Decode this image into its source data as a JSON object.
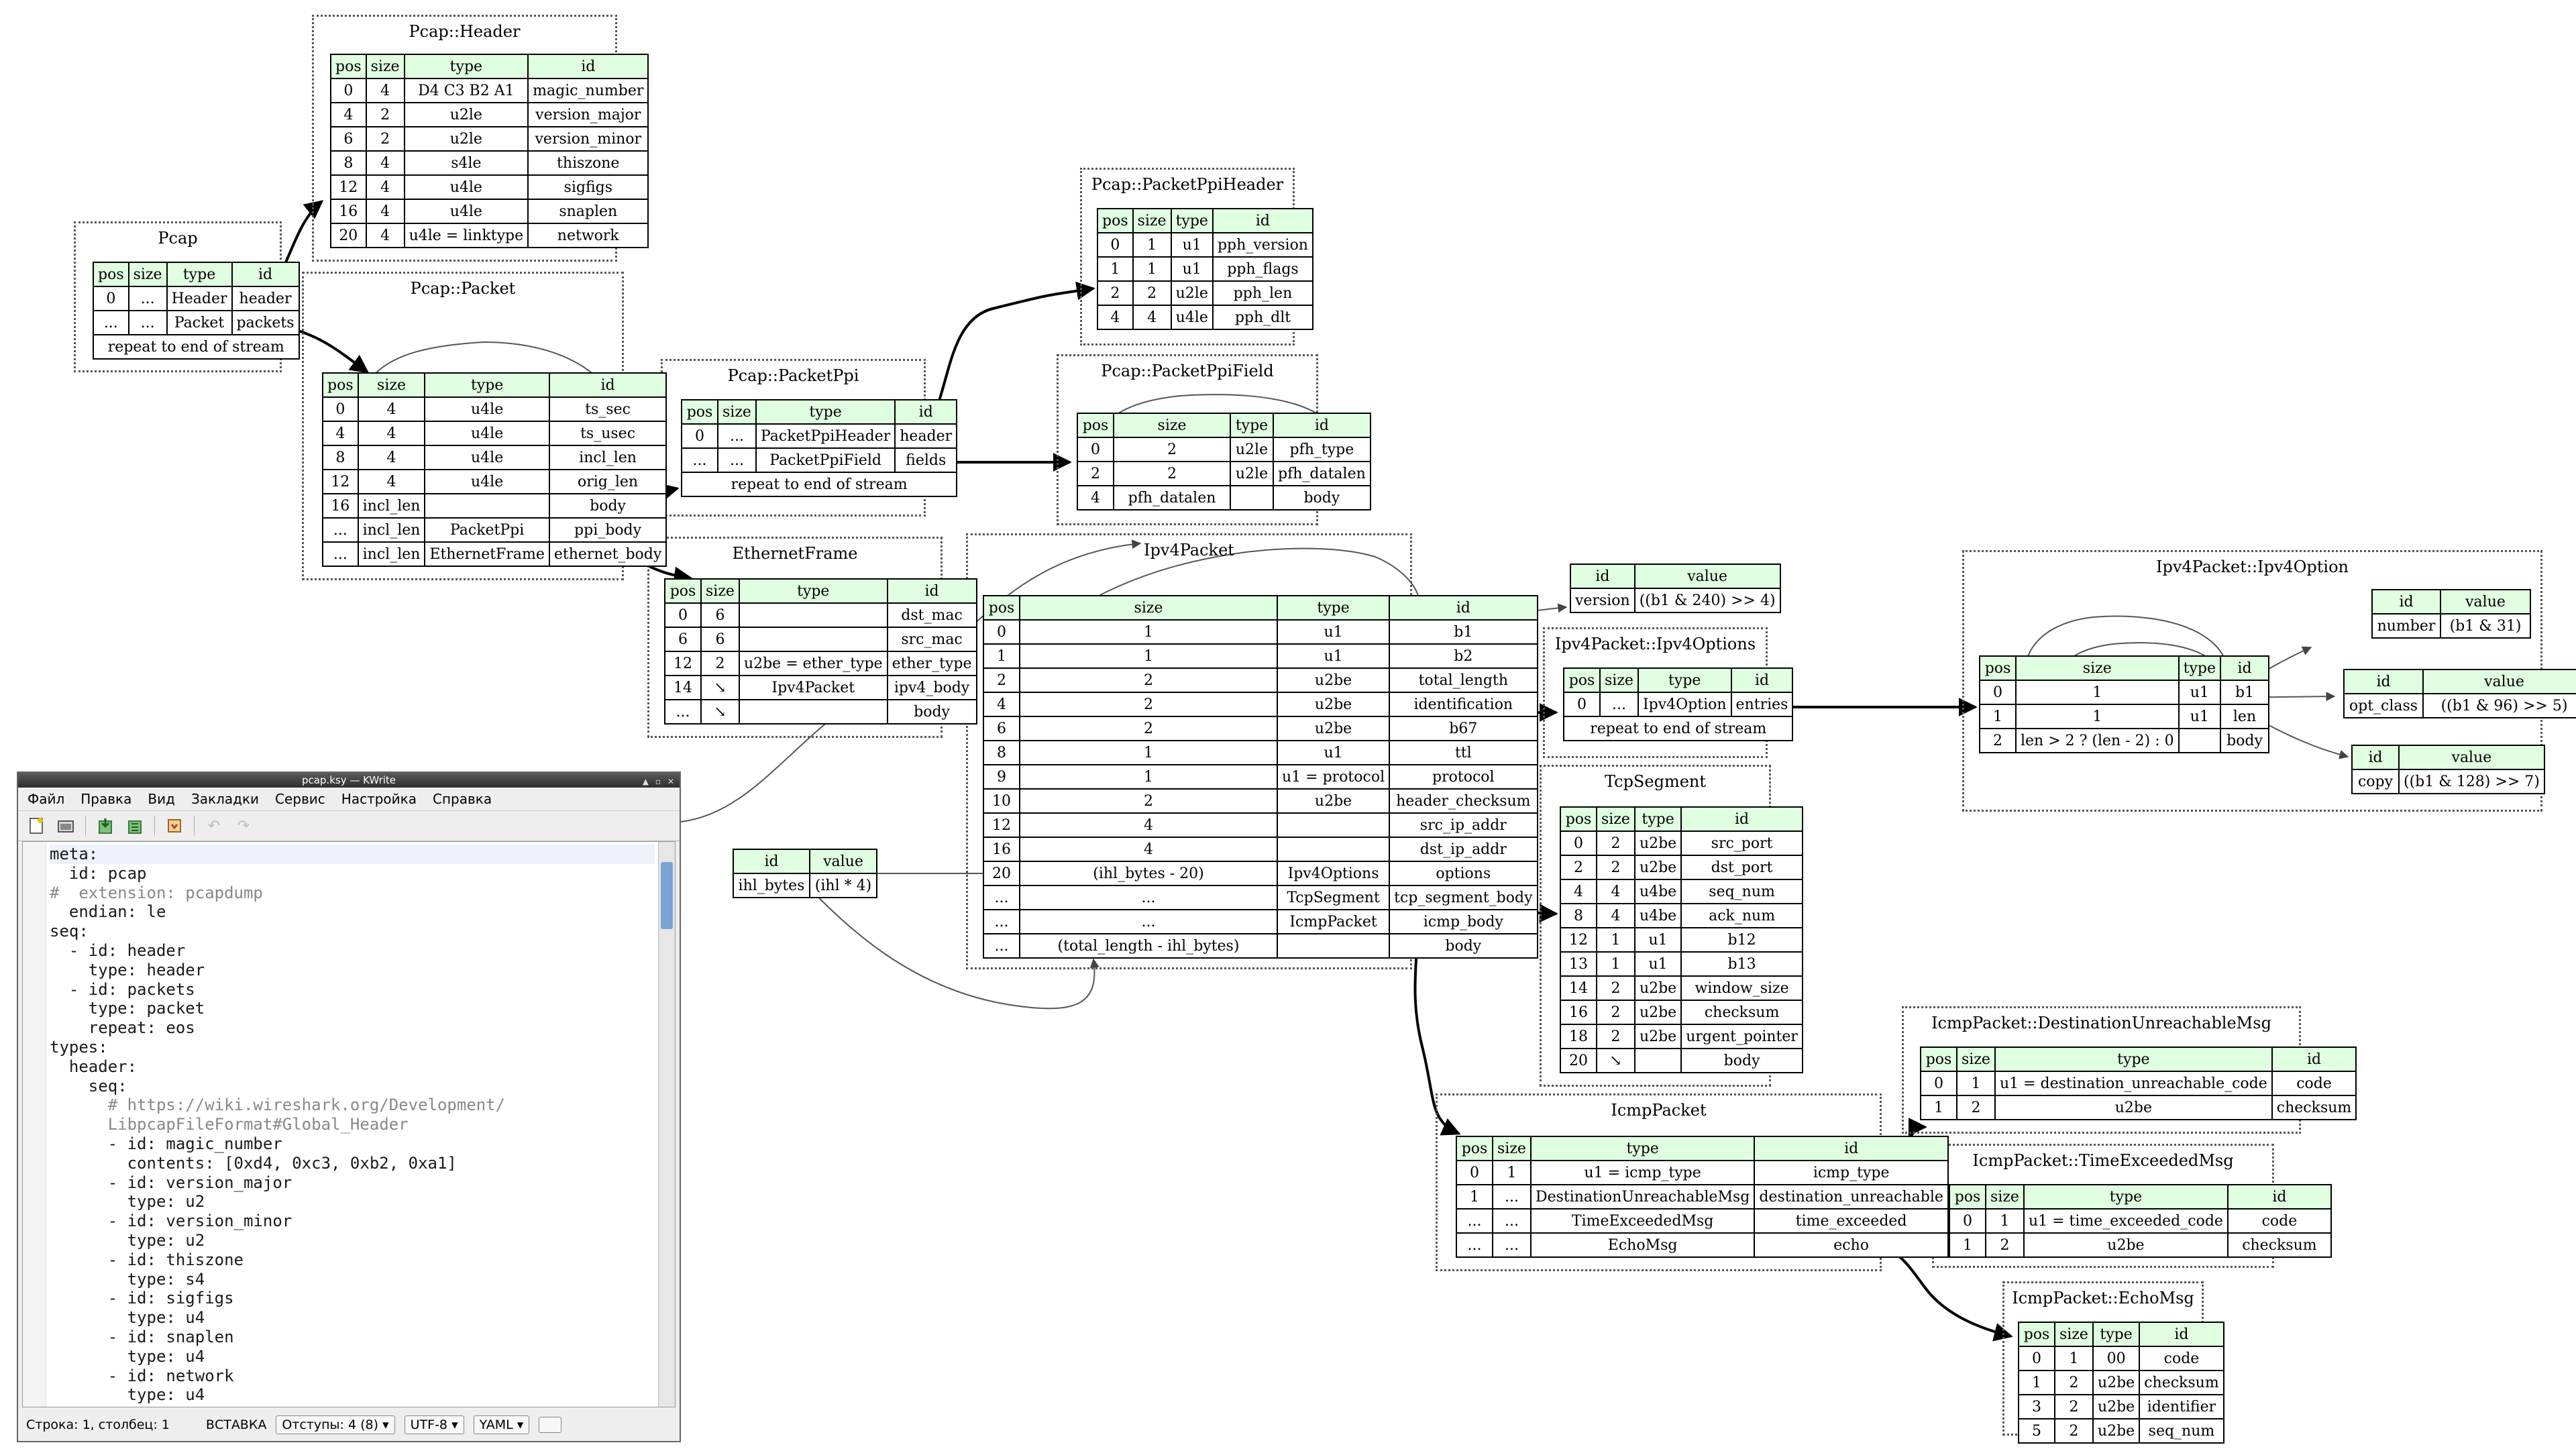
{
  "window": {
    "title": "pcap.ksy  — KWrite",
    "controls": [
      "▲",
      "▫",
      "✕"
    ],
    "menu": [
      "Файл",
      "Правка",
      "Вид",
      "Закладки",
      "Сервис",
      "Настройка",
      "Справка"
    ],
    "toolbar_icons": [
      "new-document-icon",
      "open-folder-icon",
      "download-icon",
      "upload-icon",
      "close-document-icon",
      "undo-icon",
      "redo-icon"
    ],
    "status": {
      "position": "Строка: 1, столбец: 1",
      "mode": "ВСТАВКА",
      "indent": "Отступы: 4 (8)",
      "encoding": "UTF-8",
      "syntax": "YAML"
    }
  },
  "code_lines": [
    "meta:",
    "  id: pcap",
    "#  extension: pcapdump",
    "  endian: le",
    "seq:",
    "  - id: header",
    "    type: header",
    "  - id: packets",
    "    type: packet",
    "    repeat: eos",
    "types:",
    "  header:",
    "    seq:",
    "      # https://wiki.wireshark.org/Development/",
    "      LibpcapFileFormat#Global_Header",
    "      - id: magic_number",
    "        contents: [0xd4, 0xc3, 0xb2, 0xa1]",
    "      - id: version_major",
    "        type: u2",
    "      - id: version_minor",
    "        type: u2",
    "      - id: thiszone",
    "        type: s4",
    "      - id: sigfigs",
    "        type: u4",
    "      - id: snaplen",
    "        type: u4",
    "      - id: network",
    "        type: u4"
  ],
  "clusters": [
    {
      "key": "pcap",
      "title": "Pcap"
    },
    {
      "key": "pcap_header",
      "title": "Pcap::Header"
    },
    {
      "key": "pcap_packet",
      "title": "Pcap::Packet"
    },
    {
      "key": "pcap_packetppi",
      "title": "Pcap::PacketPpi"
    },
    {
      "key": "pcap_ppiheader",
      "title": "Pcap::PacketPpiHeader"
    },
    {
      "key": "pcap_ppifield",
      "title": "Pcap::PacketPpiField"
    },
    {
      "key": "ethernet",
      "title": "EthernetFrame"
    },
    {
      "key": "ipv4",
      "title": "Ipv4Packet"
    },
    {
      "key": "ipv4options",
      "title": "Ipv4Packet::Ipv4Options"
    },
    {
      "key": "ipv4option",
      "title": "Ipv4Packet::Ipv4Option"
    },
    {
      "key": "tcp",
      "title": "TcpSegment"
    },
    {
      "key": "icmp",
      "title": "IcmpPacket"
    },
    {
      "key": "icmp_dest",
      "title": "IcmpPacket::DestinationUnreachableMsg"
    },
    {
      "key": "icmp_time",
      "title": "IcmpPacket::TimeExceededMsg"
    },
    {
      "key": "icmp_echo",
      "title": "IcmpPacket::EchoMsg"
    }
  ],
  "tables": {
    "pcap": {
      "head": [
        "pos",
        "size",
        "type",
        "id"
      ],
      "rows": [
        [
          "0",
          "...",
          "Header",
          "header"
        ],
        [
          "...",
          "...",
          "Packet",
          "packets"
        ]
      ],
      "footer": "repeat to end of stream"
    },
    "pcap_header": {
      "head": [
        "pos",
        "size",
        "type",
        "id"
      ],
      "rows": [
        [
          "0",
          "4",
          "D4 C3 B2 A1",
          "magic_number"
        ],
        [
          "4",
          "2",
          "u2le",
          "version_major"
        ],
        [
          "6",
          "2",
          "u2le",
          "version_minor"
        ],
        [
          "8",
          "4",
          "s4le",
          "thiszone"
        ],
        [
          "12",
          "4",
          "u4le",
          "sigfigs"
        ],
        [
          "16",
          "4",
          "u4le",
          "snaplen"
        ],
        [
          "20",
          "4",
          "u4le = linktype",
          "network"
        ]
      ]
    },
    "pcap_packet": {
      "head": [
        "pos",
        "size",
        "type",
        "id"
      ],
      "rows": [
        [
          "0",
          "4",
          "u4le",
          "ts_sec"
        ],
        [
          "4",
          "4",
          "u4le",
          "ts_usec"
        ],
        [
          "8",
          "4",
          "u4le",
          "incl_len"
        ],
        [
          "12",
          "4",
          "u4le",
          "orig_len"
        ],
        [
          "16",
          "incl_len",
          "",
          "body"
        ],
        [
          "...",
          "incl_len",
          "PacketPpi",
          "ppi_body"
        ],
        [
          "...",
          "incl_len",
          "EthernetFrame",
          "ethernet_body"
        ]
      ]
    },
    "pcap_packetppi": {
      "head": [
        "pos",
        "size",
        "type",
        "id"
      ],
      "rows": [
        [
          "0",
          "...",
          "PacketPpiHeader",
          "header"
        ],
        [
          "...",
          "...",
          "PacketPpiField",
          "fields"
        ]
      ],
      "footer": "repeat to end of stream"
    },
    "pcap_ppiheader": {
      "head": [
        "pos",
        "size",
        "type",
        "id"
      ],
      "rows": [
        [
          "0",
          "1",
          "u1",
          "pph_version"
        ],
        [
          "1",
          "1",
          "u1",
          "pph_flags"
        ],
        [
          "2",
          "2",
          "u2le",
          "pph_len"
        ],
        [
          "4",
          "4",
          "u4le",
          "pph_dlt"
        ]
      ]
    },
    "pcap_ppifield": {
      "head": [
        "pos",
        "size",
        "type",
        "id"
      ],
      "rows": [
        [
          "0",
          "2",
          "u2le",
          "pfh_type"
        ],
        [
          "2",
          "2",
          "u2le",
          "pfh_datalen"
        ],
        [
          "4",
          "pfh_datalen",
          "",
          "body"
        ]
      ]
    },
    "ethernet": {
      "head": [
        "pos",
        "size",
        "type",
        "id"
      ],
      "rows": [
        [
          "0",
          "6",
          "",
          "dst_mac"
        ],
        [
          "6",
          "6",
          "",
          "src_mac"
        ],
        [
          "12",
          "2",
          "u2be = ether_type",
          "ether_type"
        ],
        [
          "14",
          "↘",
          "Ipv4Packet",
          "ipv4_body"
        ],
        [
          "...",
          "↘",
          "",
          "body"
        ]
      ]
    },
    "ipv4": {
      "head": [
        "pos",
        "size",
        "type",
        "id"
      ],
      "rows": [
        [
          "0",
          "1",
          "u1",
          "b1"
        ],
        [
          "1",
          "1",
          "u1",
          "b2"
        ],
        [
          "2",
          "2",
          "u2be",
          "total_length"
        ],
        [
          "4",
          "2",
          "u2be",
          "identification"
        ],
        [
          "6",
          "2",
          "u2be",
          "b67"
        ],
        [
          "8",
          "1",
          "u1",
          "ttl"
        ],
        [
          "9",
          "1",
          "u1 = protocol",
          "protocol"
        ],
        [
          "10",
          "2",
          "u2be",
          "header_checksum"
        ],
        [
          "12",
          "4",
          "",
          "src_ip_addr"
        ],
        [
          "16",
          "4",
          "",
          "dst_ip_addr"
        ],
        [
          "20",
          "(ihl_bytes - 20)",
          "Ipv4Options",
          "options"
        ],
        [
          "...",
          "...",
          "TcpSegment",
          "tcp_segment_body"
        ],
        [
          "...",
          "...",
          "IcmpPacket",
          "icmp_body"
        ],
        [
          "...",
          "(total_length - ihl_bytes)",
          "",
          "body"
        ]
      ]
    },
    "ipv4_version": {
      "head": [
        "id",
        "value"
      ],
      "rows": [
        [
          "version",
          "((b1 & 240) >> 4)"
        ]
      ]
    },
    "ipv4_ihl": {
      "head": [
        "id",
        "value"
      ],
      "rows": [
        [
          "ihl_bytes",
          "(ihl * 4)"
        ]
      ]
    },
    "ipv4options": {
      "head": [
        "pos",
        "size",
        "type",
        "id"
      ],
      "rows": [
        [
          "0",
          "...",
          "Ipv4Option",
          "entries"
        ]
      ],
      "footer": "repeat to end of stream"
    },
    "ipv4option": {
      "head": [
        "pos",
        "size",
        "type",
        "id"
      ],
      "rows": [
        [
          "0",
          "1",
          "u1",
          "b1"
        ],
        [
          "1",
          "1",
          "u1",
          "len"
        ],
        [
          "2",
          "len > 2 ? (len - 2) : 0",
          "",
          "body"
        ]
      ]
    },
    "opt_number": {
      "head": [
        "id",
        "value"
      ],
      "rows": [
        [
          "number",
          "(b1 & 31)"
        ]
      ]
    },
    "opt_class": {
      "head": [
        "id",
        "value"
      ],
      "rows": [
        [
          "opt_class",
          "((b1 & 96) >> 5)"
        ]
      ]
    },
    "opt_copy": {
      "head": [
        "id",
        "value"
      ],
      "rows": [
        [
          "copy",
          "((b1 & 128) >> 7)"
        ]
      ]
    },
    "tcp": {
      "head": [
        "pos",
        "size",
        "type",
        "id"
      ],
      "rows": [
        [
          "0",
          "2",
          "u2be",
          "src_port"
        ],
        [
          "2",
          "2",
          "u2be",
          "dst_port"
        ],
        [
          "4",
          "4",
          "u4be",
          "seq_num"
        ],
        [
          "8",
          "4",
          "u4be",
          "ack_num"
        ],
        [
          "12",
          "1",
          "u1",
          "b12"
        ],
        [
          "13",
          "1",
          "u1",
          "b13"
        ],
        [
          "14",
          "2",
          "u2be",
          "window_size"
        ],
        [
          "16",
          "2",
          "u2be",
          "checksum"
        ],
        [
          "18",
          "2",
          "u2be",
          "urgent_pointer"
        ],
        [
          "20",
          "↘",
          "",
          "body"
        ]
      ]
    },
    "icmp": {
      "head": [
        "pos",
        "size",
        "type",
        "id"
      ],
      "rows": [
        [
          "0",
          "1",
          "u1 = icmp_type",
          "icmp_type"
        ],
        [
          "1",
          "...",
          "DestinationUnreachableMsg",
          "destination_unreachable"
        ],
        [
          "...",
          "...",
          "TimeExceededMsg",
          "time_exceeded"
        ],
        [
          "...",
          "...",
          "EchoMsg",
          "echo"
        ]
      ]
    },
    "icmp_dest": {
      "head": [
        "pos",
        "size",
        "type",
        "id"
      ],
      "rows": [
        [
          "0",
          "1",
          "u1 = destination_unreachable_code",
          "code"
        ],
        [
          "1",
          "2",
          "u2be",
          "checksum"
        ]
      ]
    },
    "icmp_time": {
      "head": [
        "pos",
        "size",
        "type",
        "id"
      ],
      "rows": [
        [
          "0",
          "1",
          "u1 = time_exceeded_code",
          "code"
        ],
        [
          "1",
          "2",
          "u2be",
          "checksum"
        ]
      ]
    },
    "icmp_echo": {
      "head": [
        "pos",
        "size",
        "type",
        "id"
      ],
      "rows": [
        [
          "0",
          "1",
          "00",
          "code"
        ],
        [
          "1",
          "2",
          "u2be",
          "checksum"
        ],
        [
          "3",
          "2",
          "u2be",
          "identifier"
        ],
        [
          "5",
          "2",
          "u2be",
          "seq_num"
        ]
      ]
    }
  }
}
